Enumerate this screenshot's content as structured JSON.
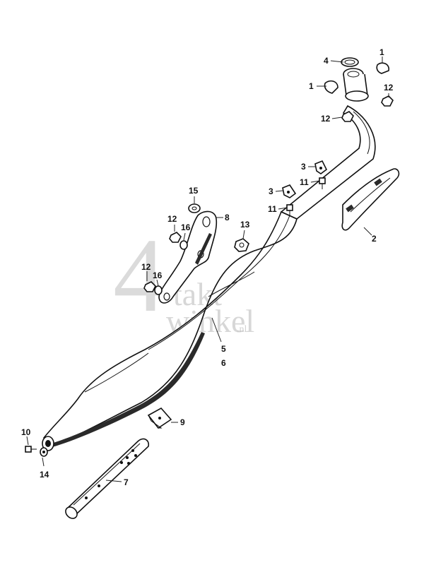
{
  "watermark": {
    "digit": "4",
    "line1": "takt",
    "line2": "winkel",
    "suffix": ".nl"
  },
  "parts": {
    "p1a": "1",
    "p1b": "1",
    "p2": "2",
    "p3a": "3",
    "p3b": "3",
    "p4": "4",
    "p5": "5",
    "p6": "6",
    "p7": "7",
    "p8": "8",
    "p9": "9",
    "p10": "10",
    "p11a": "11",
    "p11b": "11",
    "p12a": "12",
    "p12b": "12",
    "p12c": "12",
    "p12d": "12",
    "p13": "13",
    "p14": "14",
    "p15": "15",
    "p16a": "16",
    "p16b": "16"
  }
}
